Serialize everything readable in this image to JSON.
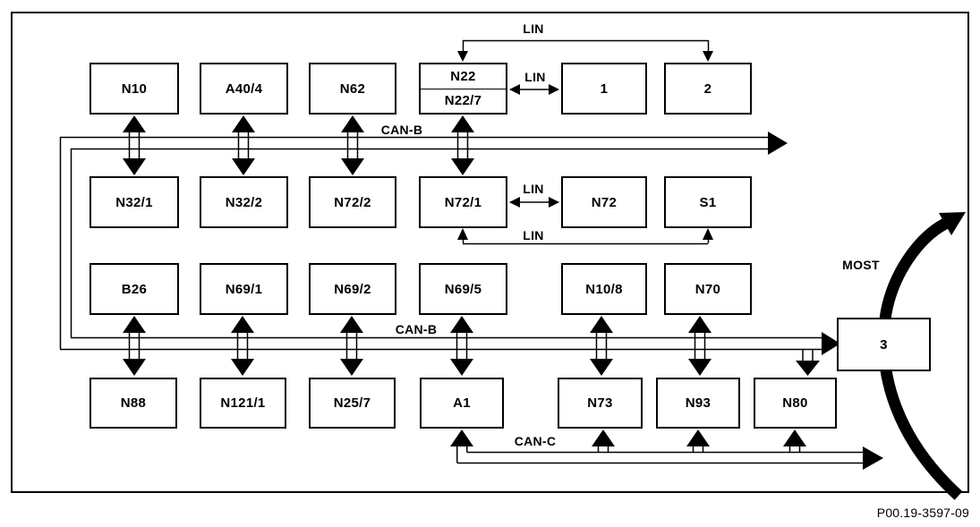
{
  "nodes": {
    "row1": [
      "N10",
      "A40/4",
      "N62"
    ],
    "n22": {
      "top": "N22",
      "bottom": "N22/7"
    },
    "lin_devices": [
      "1",
      "2"
    ],
    "row2": [
      "N32/1",
      "N32/2",
      "N72/2",
      "N72/1",
      "N72",
      "S1"
    ],
    "row3": [
      "B26",
      "N69/1",
      "N69/2",
      "N69/5",
      "N10/8",
      "N70"
    ],
    "row4": [
      "N88",
      "N121/1",
      "N25/7",
      "A1",
      "N73",
      "N93",
      "N80"
    ],
    "gateway": "3"
  },
  "bus_labels": {
    "can_b_upper": "CAN-B",
    "can_b_lower": "CAN-B",
    "can_c": "CAN-C",
    "most": "MOST",
    "lin_top": "LIN",
    "lin_n22": "LIN",
    "lin_n72": "LIN",
    "lin_s1": "LIN"
  },
  "caption": "P00.19-3597-09",
  "colors": {
    "line": "#000000",
    "background": "#ffffff"
  }
}
